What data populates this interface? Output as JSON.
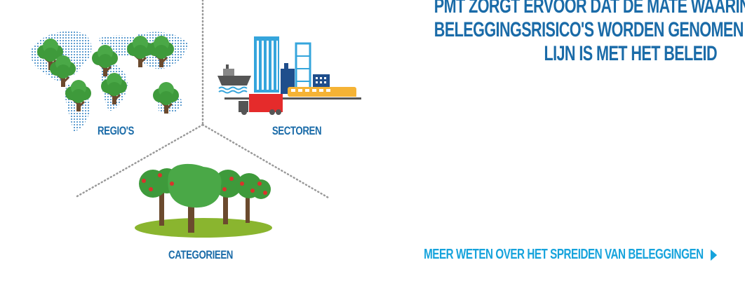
{
  "headline": {
    "lines": [
      "PMT ZORGT ERVOOR DAT DE MATE WAARIN",
      "BELEGGINGSRISICO'S WORDEN GENOMEN IN",
      "LIJN IS MET HET BELEID"
    ]
  },
  "segments": {
    "regios": "REGIO'S",
    "sectoren": "SECTOREN",
    "categorieen": "CATEGORIEEN"
  },
  "link": {
    "label": "MEER WETEN OVER HET SPREIDEN VAN BELEGGINGEN"
  },
  "colors": {
    "heading": "#1a6ba8",
    "link": "#16a3dc",
    "tree_green": "#3e9a3b",
    "tree_dark": "#2d7a2b",
    "trunk": "#6b4a2e",
    "map_dots": "#2d7fc1",
    "building_blue": "#35a5dc",
    "truck_red": "#e52b2b",
    "train_yellow": "#f5b335",
    "apple_red": "#d9332b"
  }
}
